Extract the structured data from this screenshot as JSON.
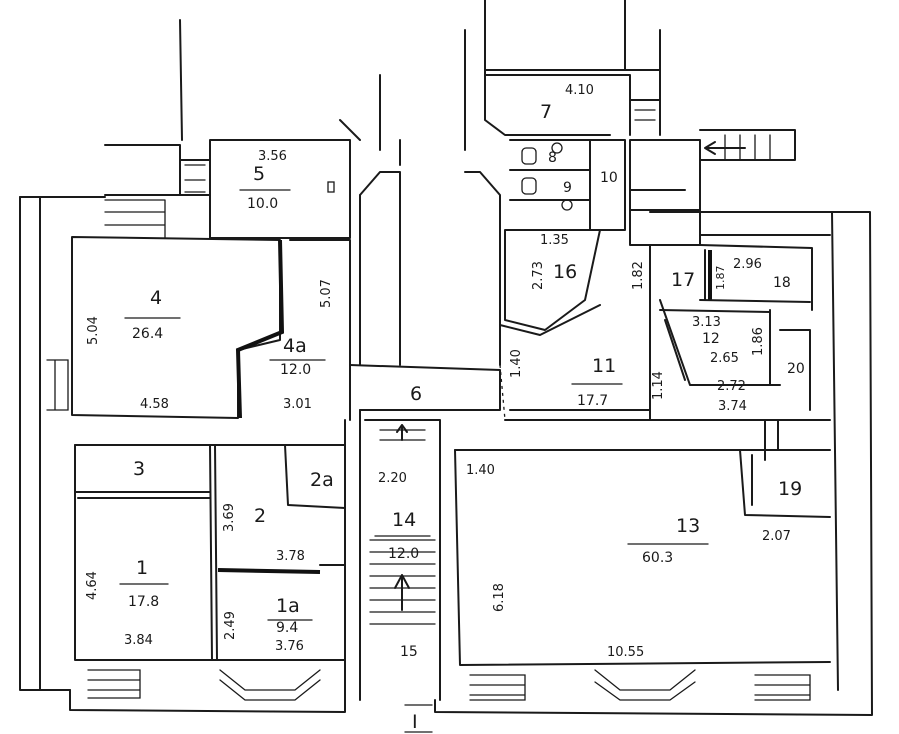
{
  "rooms": [
    {
      "id": "r1",
      "number": "1",
      "area": "17.8"
    },
    {
      "id": "r1a",
      "number": "1a",
      "area": "9.4"
    },
    {
      "id": "r2",
      "number": "2",
      "area": ""
    },
    {
      "id": "r2a",
      "number": "2a",
      "area": ""
    },
    {
      "id": "r3",
      "number": "3",
      "area": ""
    },
    {
      "id": "r4",
      "number": "4",
      "area": "26.4"
    },
    {
      "id": "r4a",
      "number": "4a",
      "area": "12.0"
    },
    {
      "id": "r5",
      "number": "5",
      "area": "10.0"
    },
    {
      "id": "r6",
      "number": "6",
      "area": ""
    },
    {
      "id": "r7",
      "number": "7",
      "area": ""
    },
    {
      "id": "r8",
      "number": "8",
      "area": ""
    },
    {
      "id": "r9",
      "number": "9",
      "area": ""
    },
    {
      "id": "r10",
      "number": "10",
      "area": ""
    },
    {
      "id": "r11",
      "number": "11",
      "area": "17.7"
    },
    {
      "id": "r12",
      "number": "12",
      "area": ""
    },
    {
      "id": "r13",
      "number": "13",
      "area": "60.3"
    },
    {
      "id": "r14",
      "number": "14",
      "area": "12.0"
    },
    {
      "id": "r15",
      "number": "15",
      "area": ""
    },
    {
      "id": "r16",
      "number": "16",
      "area": ""
    },
    {
      "id": "r17",
      "number": "17",
      "area": ""
    },
    {
      "id": "r18",
      "number": "18",
      "area": ""
    },
    {
      "id": "r19",
      "number": "19",
      "area": ""
    },
    {
      "id": "r20",
      "number": "20",
      "area": ""
    }
  ],
  "dimensions": {
    "d_356": "3.56",
    "d_410": "4.10",
    "d_504": "5.04",
    "d_458": "4.58",
    "d_507": "5.07",
    "d_301": "3.01",
    "d_135": "1.35",
    "d_273": "2.73",
    "d_182": "1.82",
    "d_296": "2.96",
    "d_187": "1.87",
    "d_313": "3.13",
    "d_186": "1.86",
    "d_265": "2.65",
    "d_140a": "1.40",
    "d_114": "1.14",
    "d_272": "2.72",
    "d_374": "3.74",
    "d_220": "2.20",
    "d_140b": "1.40",
    "d_369": "3.69",
    "d_378": "3.78",
    "d_464": "4.64",
    "d_384": "3.84",
    "d_249": "2.49",
    "d_376": "3.76",
    "d_618": "6.18",
    "d_1055": "10.55",
    "d_207": "2.07"
  },
  "section_mark": "I",
  "icons": [
    "stair-arrow-icon",
    "toilet-icon",
    "sink-icon"
  ]
}
